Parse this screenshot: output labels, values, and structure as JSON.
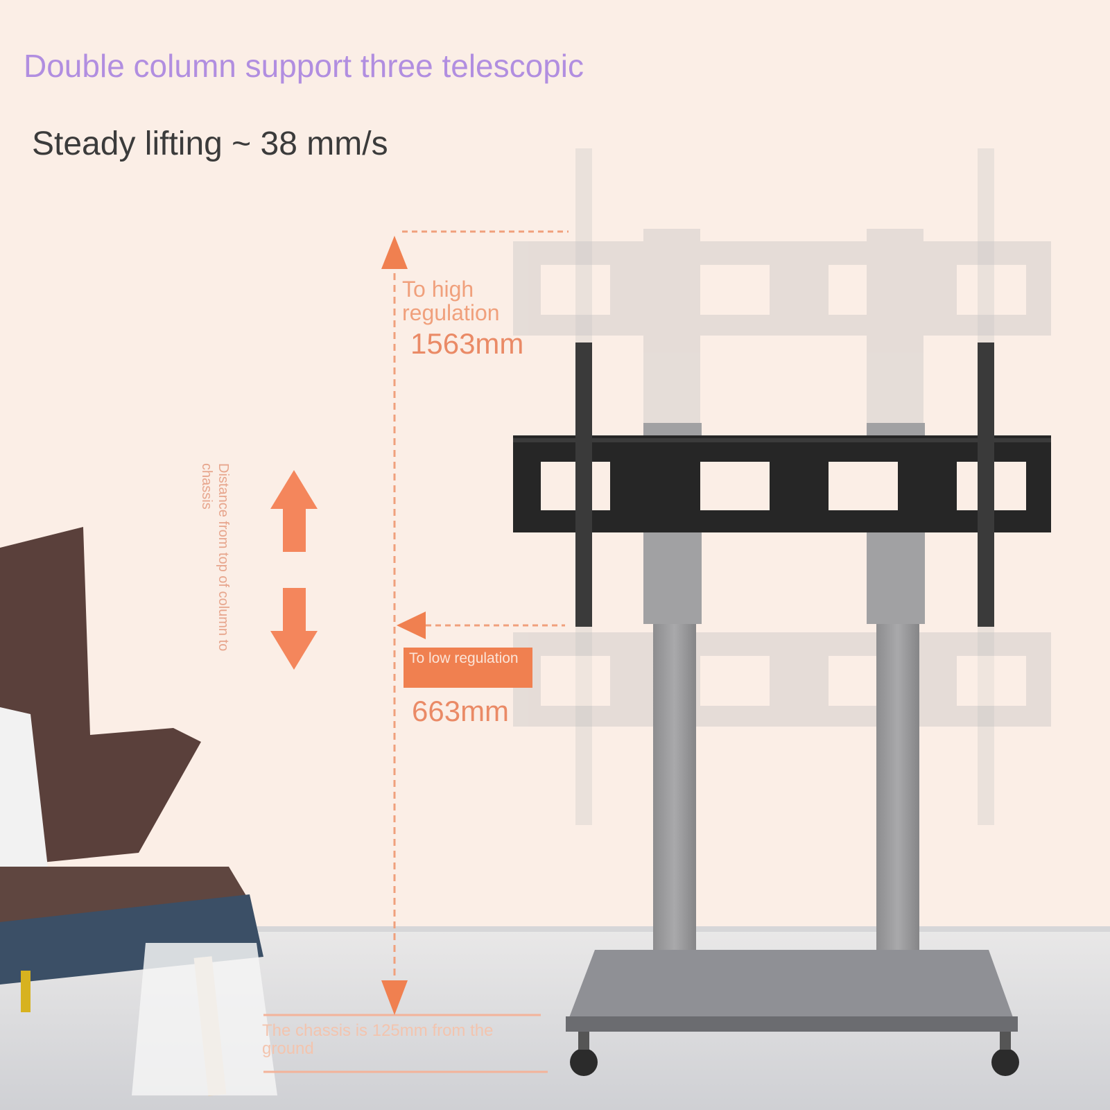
{
  "title": "Double column support three telescopic",
  "subtitle": "Steady lifting ~ 38 mm/s",
  "annotations": {
    "high_label": "To high regulation",
    "high_value": "1563mm",
    "low_label": "To low regulation",
    "low_value": "663mm",
    "distance_label": "Distance from top of column to chassis",
    "chassis_label": "The chassis is 125mm from the ground"
  },
  "colors": {
    "title": "#b18ee0",
    "accent": "#f08050",
    "background": "#fbeee6"
  }
}
